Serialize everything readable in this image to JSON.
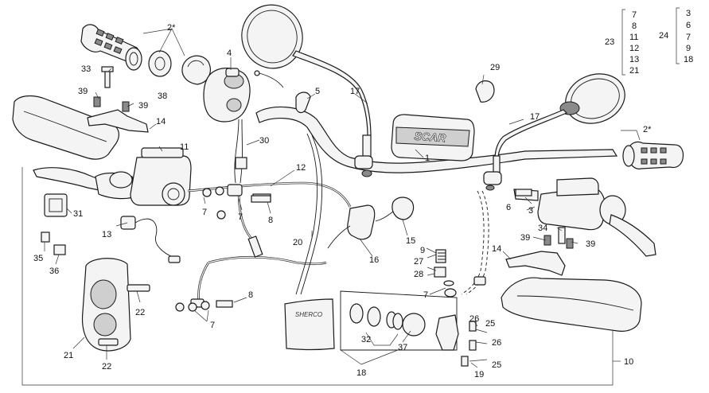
{
  "diagram": {
    "callouts": {
      "c1": "1",
      "c2a": "2*",
      "c2b": "2*",
      "c3": "3",
      "c4": "4",
      "c5": "5",
      "c6": "6",
      "c7a": "7",
      "c7b": "7",
      "c7c": "7",
      "c7d": "7",
      "c8a": "8",
      "c8b": "8",
      "c9": "9",
      "c10": "10",
      "c11": "11",
      "c12": "12",
      "c13": "13",
      "c14a": "14",
      "c14b": "14",
      "c16": "16",
      "c15": "15",
      "c17a": "17",
      "c17b": "17",
      "c18": "18",
      "c19": "19",
      "c20": "20",
      "c21": "21",
      "c22a": "22",
      "c22b": "22",
      "c23": "23",
      "c24": "24",
      "c25a": "25",
      "c25b": "25",
      "c26a": "26",
      "c26b": "26",
      "c27": "27",
      "c28": "28",
      "c29": "29",
      "c30": "30",
      "c31": "31",
      "c32": "32",
      "c33": "33",
      "c34": "34",
      "c35": "35",
      "c36": "36",
      "c37": "37",
      "c38": "38",
      "c39a": "39",
      "c39b": "39",
      "c39c": "39",
      "c39d": "39"
    },
    "group_23": [
      "7",
      "8",
      "11",
      "12",
      "13",
      "21"
    ],
    "group_24": [
      "3",
      "6",
      "7",
      "9",
      "18"
    ],
    "grip_brand": "SCAR",
    "bag_brand": "SHERCO"
  }
}
